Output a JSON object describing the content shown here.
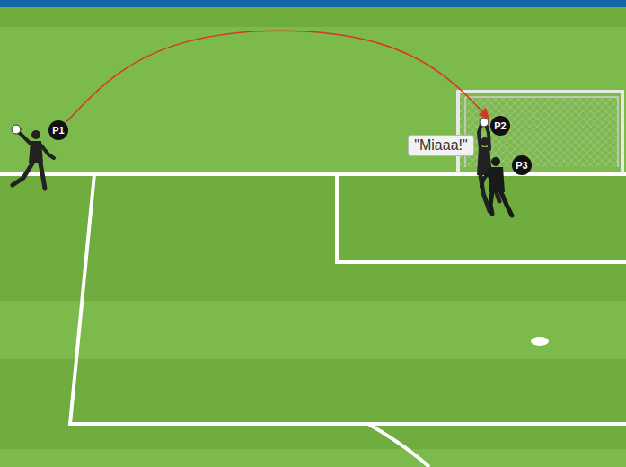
{
  "diagram": {
    "nodes": [
      {
        "text": [
          "P1"
        ]
      },
      {
        "text": [
          "P2"
        ]
      },
      {
        "text": [
          "\"Miaaa!\""
        ]
      },
      {
        "text": [
          "P3"
        ]
      }
    ],
    "edges": [
      {
        "from": 0,
        "to": 1,
        "arrow": "to"
      }
    ]
  }
}
